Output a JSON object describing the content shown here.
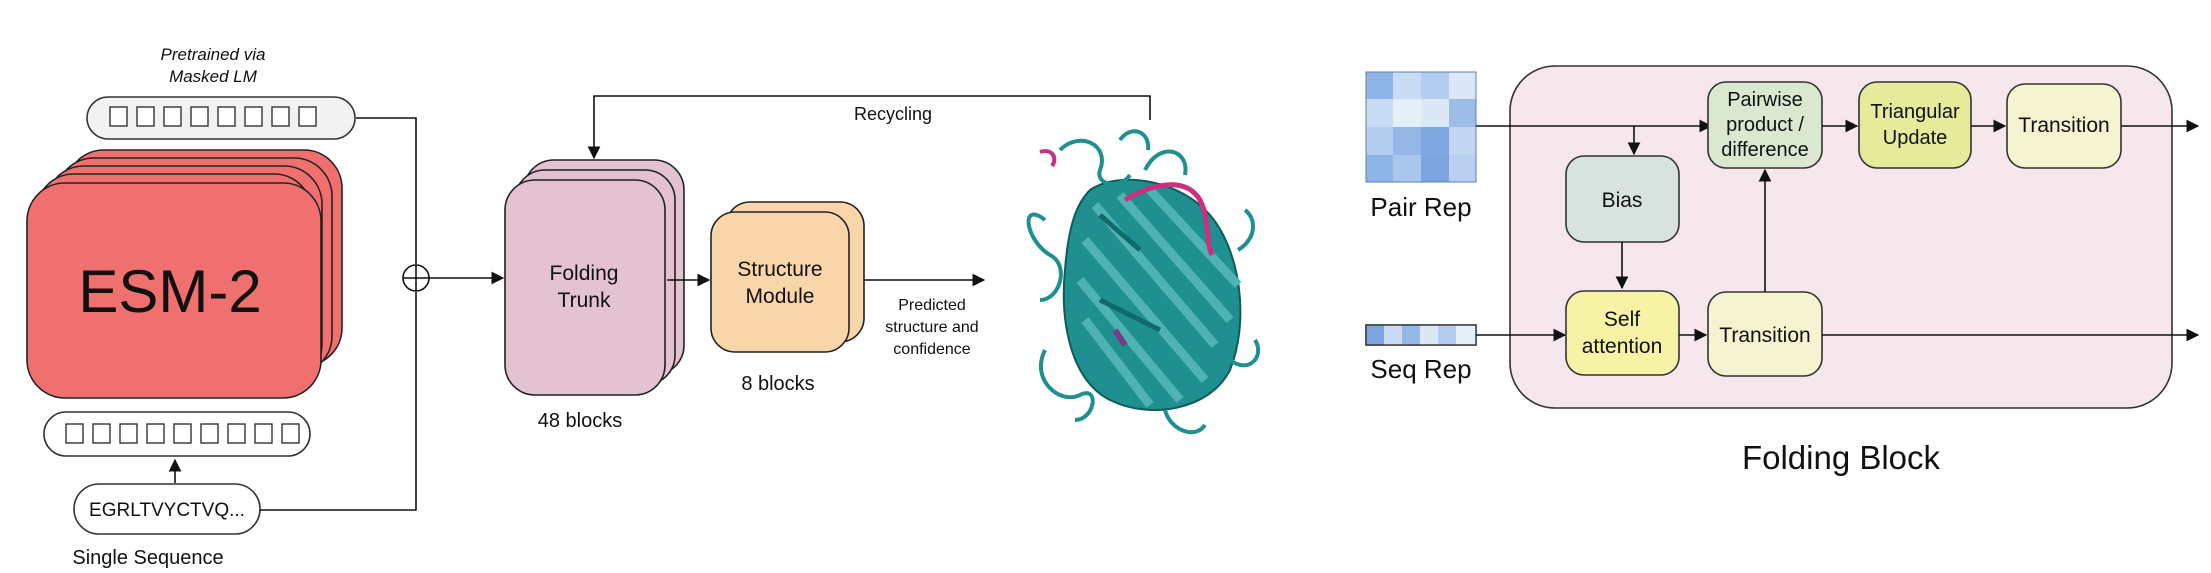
{
  "left_panel": {
    "pretrained_line1": "Pretrained via",
    "pretrained_line2": "Masked LM",
    "esm_label": "ESM-2",
    "sequence_text": "EGRLTVYCTVQ...",
    "single_sequence_label": "Single Sequence",
    "folding_trunk_line1": "Folding",
    "folding_trunk_line2": "Trunk",
    "trunk_blocks": "48 blocks",
    "structure_module_line1": "Structure",
    "structure_module_line2": "Module",
    "structure_blocks": "8 blocks",
    "recycling_label": "Recycling",
    "predicted_line1": "Predicted",
    "predicted_line2": "structure and",
    "predicted_line3": "confidence"
  },
  "folding_block": {
    "pair_rep_label": "Pair Rep",
    "seq_rep_label": "Seq Rep",
    "bias_label": "Bias",
    "self_attention_line1": "Self",
    "self_attention_line2": "attention",
    "transition_seq_label": "Transition",
    "pairwise_line1": "Pairwise",
    "pairwise_line2": "product /",
    "pairwise_line3": "difference",
    "triangular_line1": "Triangular",
    "triangular_line2": "Update",
    "transition_pair_label": "Transition",
    "title": "Folding Block"
  },
  "colors": {
    "esm_red": "#f07070",
    "trunk_mauve": "#e3c3d1",
    "structure_peach": "#f8d6aa",
    "folding_block_bg": "#f6e7ec",
    "bias_gray": "#d8e3df",
    "yellow_block": "#f6f2a6",
    "pale_yellow_block": "#f6f3d0",
    "pairwise_green": "#d9e8cf",
    "triangular_olive": "#e5eb9a",
    "protein_teal": "#1f8f8f",
    "protein_magenta": "#cc2f7f"
  }
}
